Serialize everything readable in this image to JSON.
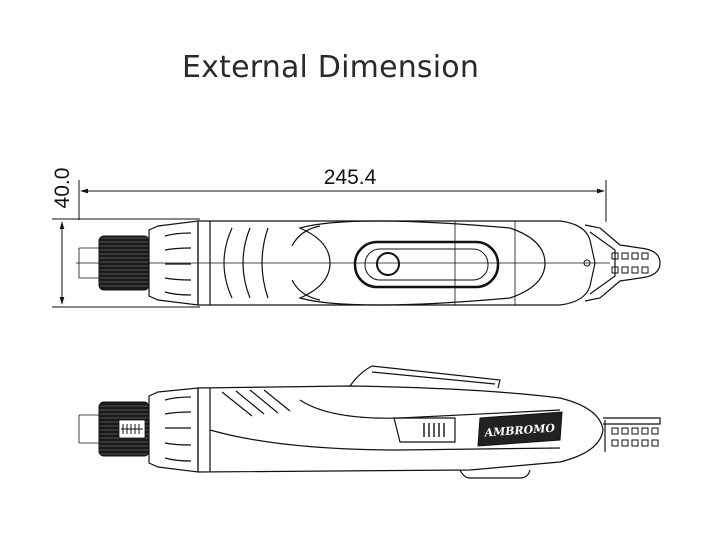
{
  "title": "External Dimension",
  "dimensions": {
    "length": "245.4",
    "height": "40.0"
  },
  "brand_label": "AMBROMO"
}
